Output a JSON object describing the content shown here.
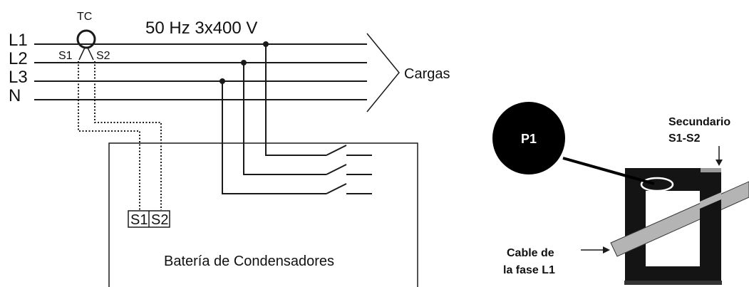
{
  "left_diagram": {
    "ct_label": "TC",
    "supply_label": "50 Hz 3x400 V",
    "lines": [
      "L1",
      "L2",
      "L3",
      "N"
    ],
    "ct_terminal_s1": "S1",
    "ct_terminal_s2": "S2",
    "loads_label": "Cargas",
    "panel_terminal_s1": "S1",
    "panel_terminal_s2": "S2",
    "panel_label": "Batería de Condensadores"
  },
  "right_diagram": {
    "primary_label": "P1",
    "secondary_label_line1": "Secundario",
    "secondary_label_line2": "S1-S2",
    "cable_label_line1": "Cable de",
    "cable_label_line2": "la fase L1"
  }
}
